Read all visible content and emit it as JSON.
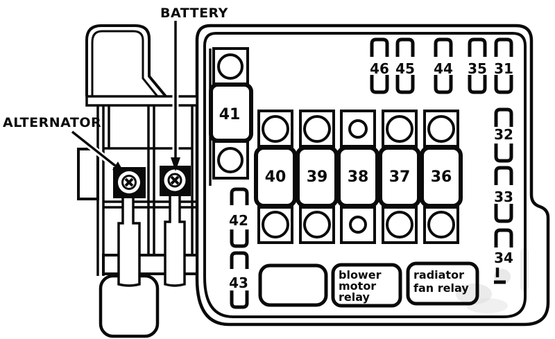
{
  "labels": {
    "battery": "BATTERY",
    "alternator": "ALTERNATOR"
  },
  "fuses": {
    "top_row": [
      "46",
      "45",
      "44",
      "35",
      "31"
    ],
    "right_column": [
      "32",
      "33",
      "34"
    ],
    "left_column": [
      "42",
      "43"
    ]
  },
  "relays": {
    "relay_41": "41",
    "main_row": [
      "40",
      "39",
      "38",
      "37",
      "36"
    ],
    "blower": {
      "line1": "blower",
      "line2": "motor",
      "line3": "relay"
    },
    "radiator": {
      "line1": "radiator",
      "line2": "fan relay"
    }
  },
  "colors": {
    "line": "#0a0a0a",
    "background": "#ffffff",
    "smudge": "#d8d8d8"
  }
}
